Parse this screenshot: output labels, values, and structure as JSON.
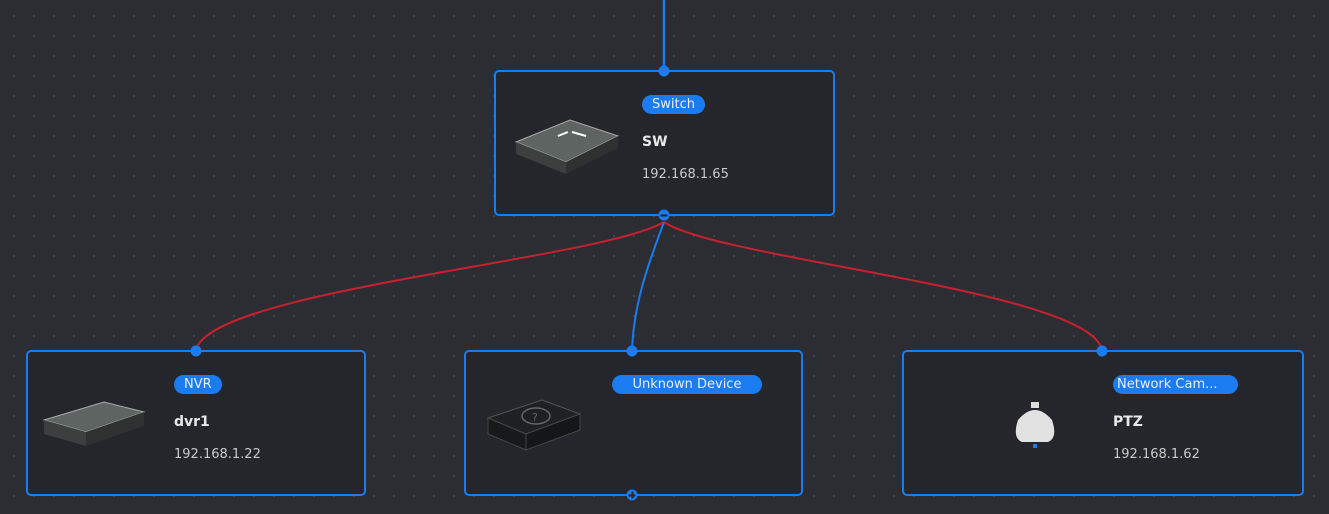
{
  "nodes": {
    "switch": {
      "type": "Switch",
      "name": "SW",
      "ip": "192.168.1.65"
    },
    "nvr": {
      "type": "NVR",
      "name": "dvr1",
      "ip": "192.168.1.22"
    },
    "unknown": {
      "type": "Unknown Device",
      "name": "",
      "ip": ""
    },
    "camera": {
      "type": "Network Cam...",
      "name": "PTZ",
      "ip": "192.168.1.62"
    }
  },
  "colors": {
    "accent": "#1a7cf0",
    "link_error": "#c8202e",
    "link_ok": "#1a7cf0"
  }
}
